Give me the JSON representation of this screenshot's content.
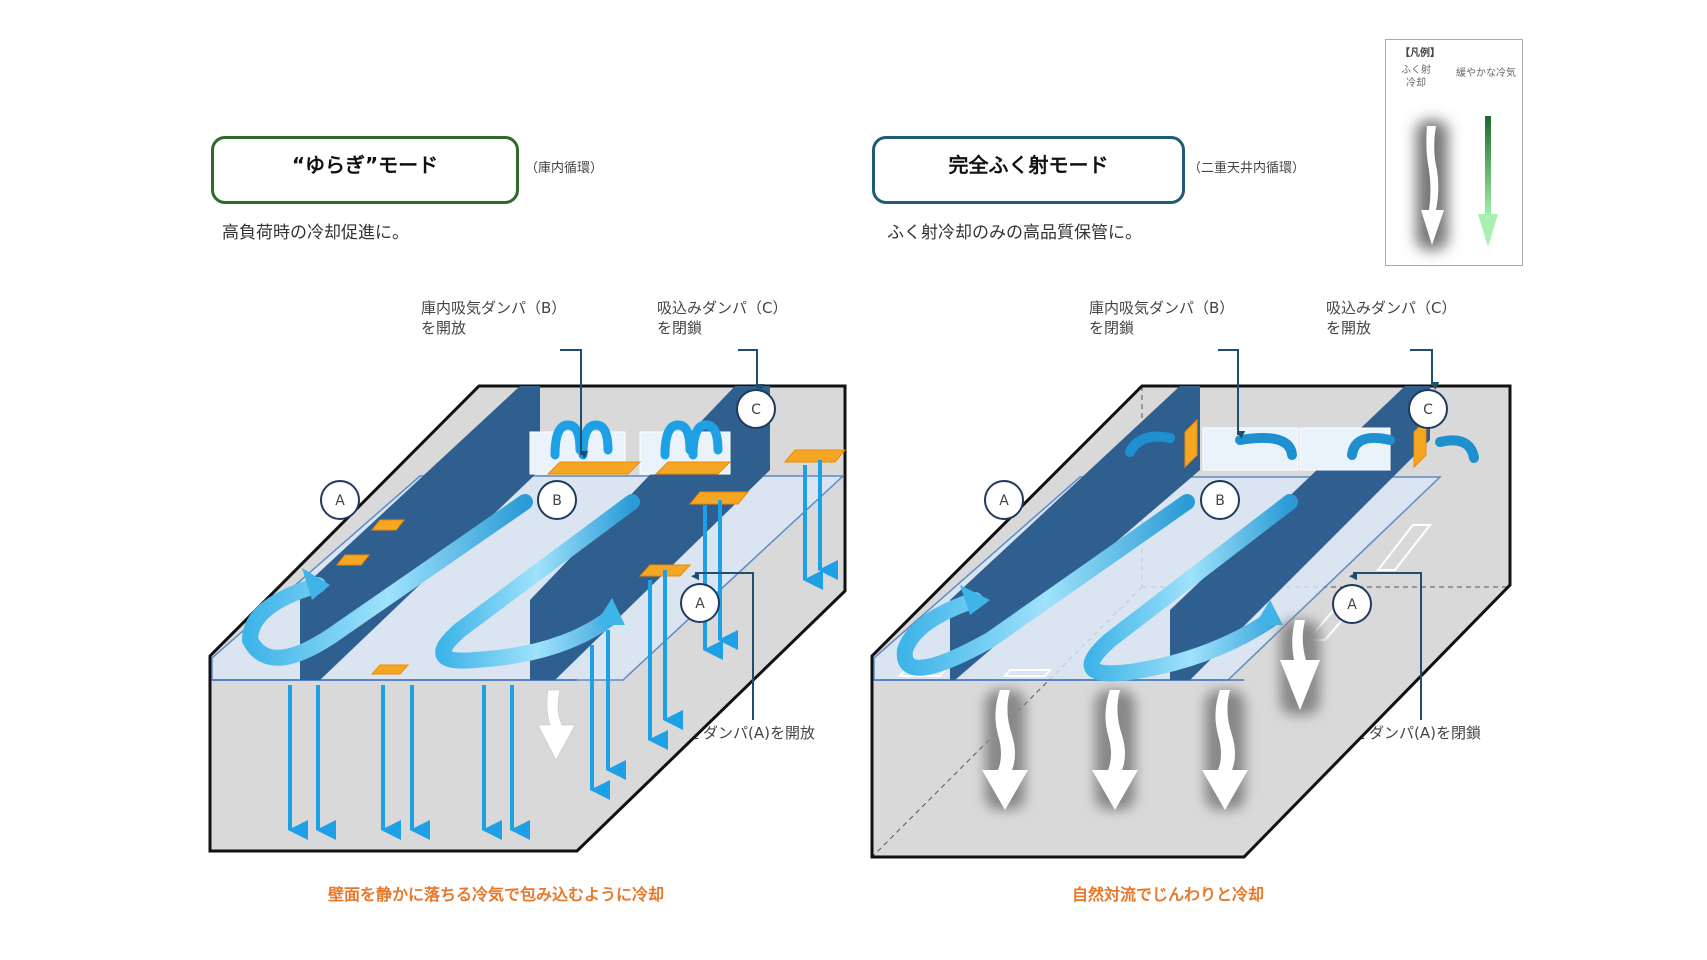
{
  "legend": {
    "title": "【凡例】",
    "items": [
      {
        "label": "ふく射\n冷却",
        "icon": "wavy-white-arrow"
      },
      {
        "label": "緩やかな冷気",
        "icon": "green-arrow"
      }
    ]
  },
  "modes": [
    {
      "title": "“ゆらぎ”モード",
      "scope": "（庫内循環）",
      "description": "高負荷時の冷却促進に。",
      "border_color": "#2e6b2a",
      "callouts": {
        "damper_b": "庫内吸気ダンパ（B）\nを開放",
        "damper_c": "吸込みダンパ（C）\nを閉鎖",
        "damper_a": "ゆらぎダンパ(A)を開放"
      },
      "labels": {
        "a": "A",
        "b": "B",
        "c": "C"
      },
      "caption": "壁面を静かに落ちる冷気で包み込むように冷却"
    },
    {
      "title": "完全ふく射モード",
      "scope": "（二重天井内循環）",
      "description": "ふく射冷却のみの高品質保管に。",
      "border_color": "#1f5a78",
      "callouts": {
        "damper_b": "庫内吸気ダンパ（B）\nを閉鎖",
        "damper_c": "吸込みダンパ（C）\nを開放",
        "damper_a": "ゆらぎダンパ(A)を閉鎖"
      },
      "labels": {
        "a": "A",
        "b": "B",
        "c": "C"
      },
      "caption": "自然対流でじんわりと冷却"
    }
  ],
  "colors": {
    "caption": "#e8782a",
    "cold_air": "#1ea0e6",
    "duct": "#2f5f8f",
    "damper": "#f5a623",
    "room_wall": "#d9d9d9"
  }
}
